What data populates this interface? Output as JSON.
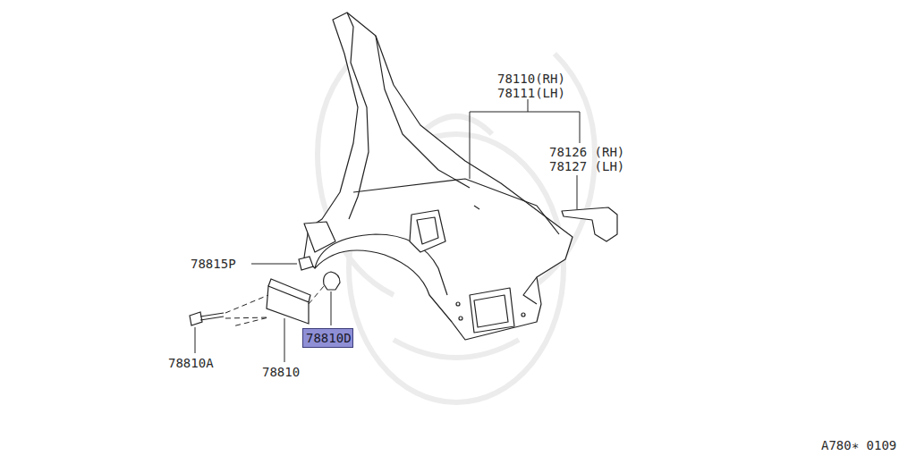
{
  "diagram": {
    "nodes": [
      {
        "text": [
          "78810D"
        ]
      }
    ],
    "labels": [
      "78110(RH)",
      "78111(LH)",
      "78126 (RH)",
      "78127 (LH)",
      "78815P",
      "78810A",
      "78810",
      "A780∗ 0109"
    ]
  }
}
